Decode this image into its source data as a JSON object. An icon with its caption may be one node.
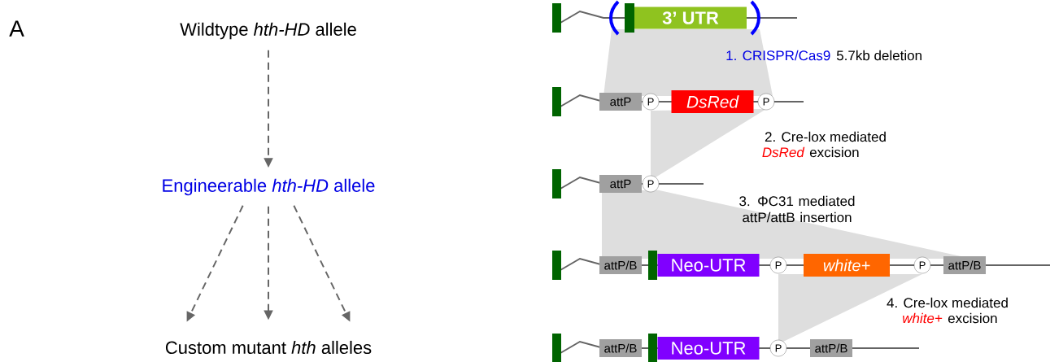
{
  "diagram": {
    "nodes": [
      {
        "text": [
          "Wildtype *hth-HD* allele"
        ]
      },
      {
        "text": [
          "Engineerable *hth-HD* allele"
        ]
      },
      {
        "text": [
          "Custom mutant *hth* alleles"
        ]
      },
      {
        "text": [
          "3’ UTR"
        ]
      },
      {
        "text": [
          "attP"
        ]
      },
      {
        "text": [
          "P"
        ]
      },
      {
        "text": [
          "DsRed"
        ]
      },
      {
        "text": [
          "P"
        ]
      },
      {
        "text": [
          "attP"
        ]
      },
      {
        "text": [
          "P"
        ]
      },
      {
        "text": [
          "attP/B"
        ]
      },
      {
        "text": [
          "Neo-UTR"
        ]
      },
      {
        "text": [
          "P"
        ]
      },
      {
        "text": [
          "white+"
        ]
      },
      {
        "text": [
          "P"
        ]
      },
      {
        "text": [
          "attP/B"
        ]
      },
      {
        "text": [
          "attP/B"
        ]
      },
      {
        "text": [
          "Neo-UTR"
        ]
      },
      {
        "text": [
          "P"
        ]
      },
      {
        "text": [
          "attP/B"
        ]
      }
    ],
    "edges": [
      {
        "from": 0,
        "to": 1,
        "arrow": "to",
        "style": "dashed"
      },
      {
        "from": 1,
        "to": 2,
        "arrow": "to",
        "style": "dashed"
      },
      {
        "from": 1,
        "to": 2,
        "arrow": "to",
        "style": "dashed"
      },
      {
        "from": 1,
        "to": 2,
        "arrow": "to",
        "style": "dashed"
      }
    ],
    "labels": [
      "A",
      "1. CRISPR/Cas9",
      "5.7kb deletion",
      "2. Cre-lox mediated",
      "DsRed",
      "excision",
      "3. ΦC31 mediated attP/attB insertion",
      "4. Cre-lox mediated",
      "white+",
      "excision"
    ]
  }
}
